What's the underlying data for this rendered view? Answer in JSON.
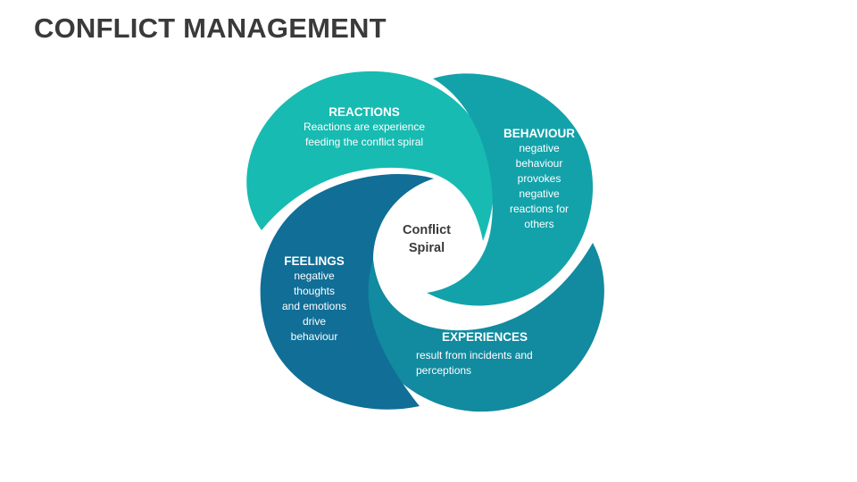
{
  "title": "CONFLICT MANAGEMENT",
  "center": {
    "line1": "Conflict",
    "line2": "Spiral"
  },
  "segments": {
    "reactions": {
      "heading": "REACTIONS",
      "lines": [
        "Reactions are experience",
        "feeding the conflict spiral"
      ],
      "color": "#17BBB1"
    },
    "behaviour": {
      "heading": "BEHAVIOUR",
      "lines": [
        "negative",
        "behaviour",
        "provokes",
        "negative",
        "reactions for",
        "others"
      ],
      "color": "#13A2AA"
    },
    "experiences": {
      "heading": "EXPERIENCES",
      "lines": [
        "result from incidents and",
        "perceptions"
      ],
      "color": "#128A9F"
    },
    "feelings": {
      "heading": "FEELINGS",
      "lines": [
        "negative",
        "thoughts",
        "and emotions",
        "drive",
        "behaviour"
      ],
      "color": "#106E97"
    }
  }
}
